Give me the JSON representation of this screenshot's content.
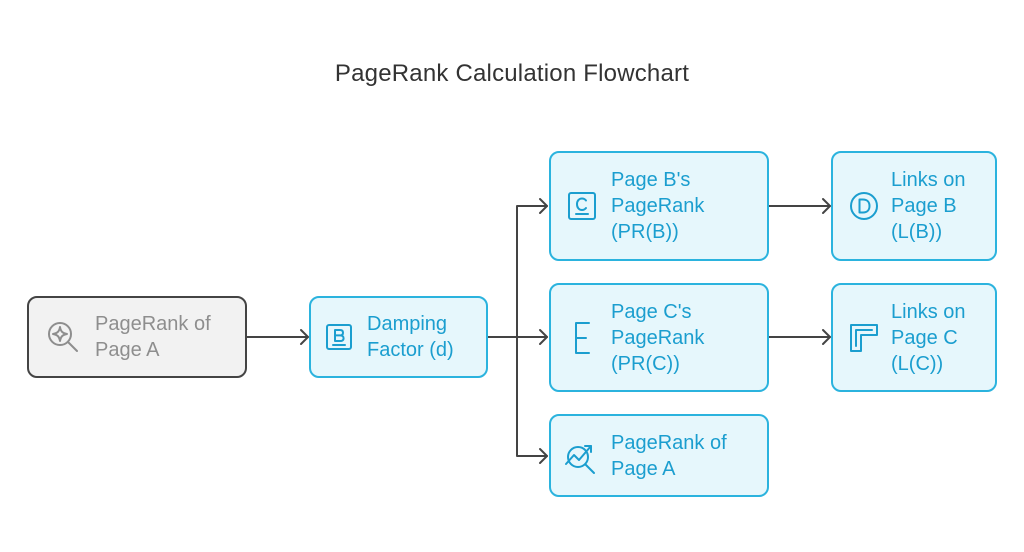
{
  "title": "PageRank Calculation Flowchart",
  "nodes": {
    "source": {
      "label": "PageRank of\nPage A",
      "icon": "search-sparkle-icon"
    },
    "damping": {
      "label": "Damping\nFactor (d)",
      "icon": "letter-b-icon"
    },
    "pr_b": {
      "label": "Page B's\nPageRank\n(PR(B))",
      "icon": "letter-c-icon"
    },
    "pr_c": {
      "label": "Page C's\nPageRank\n(PR(C))",
      "icon": "letter-e-icon"
    },
    "result": {
      "label": "PageRank of\nPage A",
      "icon": "trend-search-icon"
    },
    "links_b": {
      "label": "Links on\nPage B\n(L(B))",
      "icon": "letter-d-circle-icon"
    },
    "links_c": {
      "label": "Links on\nPage C\n(L(C))",
      "icon": "frame-tool-icon"
    }
  },
  "colors": {
    "accent": "#2bb3de",
    "accent_fill": "#e6f7fc",
    "accent_text": "#1b9ecf",
    "gray_border": "#444444",
    "gray_fill": "#f2f2f2",
    "gray_text": "#8e8e8e",
    "edge": "#444444"
  }
}
